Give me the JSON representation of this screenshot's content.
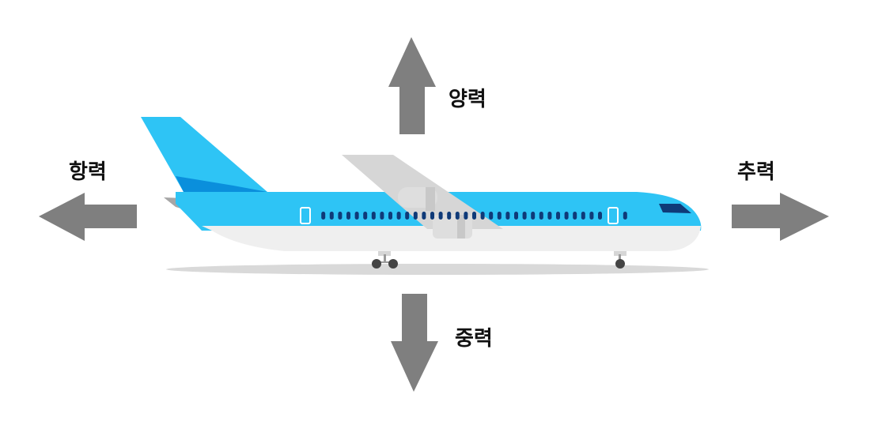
{
  "forces": {
    "lift": "양력",
    "drag": "항력",
    "thrust": "추력",
    "weight": "중력"
  },
  "colors": {
    "arrow": "#7f7f7f",
    "fuselage_blue": "#2ec4f5",
    "tail_dark_blue": "#0a8fdc",
    "belly_white": "#efefef",
    "wing_gray": "#d6d6d6",
    "window_navy": "#0f3a78",
    "shadow": "#d9d9d9"
  },
  "icons": [
    "airplane-icon",
    "arrow-up-icon",
    "arrow-down-icon",
    "arrow-left-icon",
    "arrow-right-icon"
  ]
}
